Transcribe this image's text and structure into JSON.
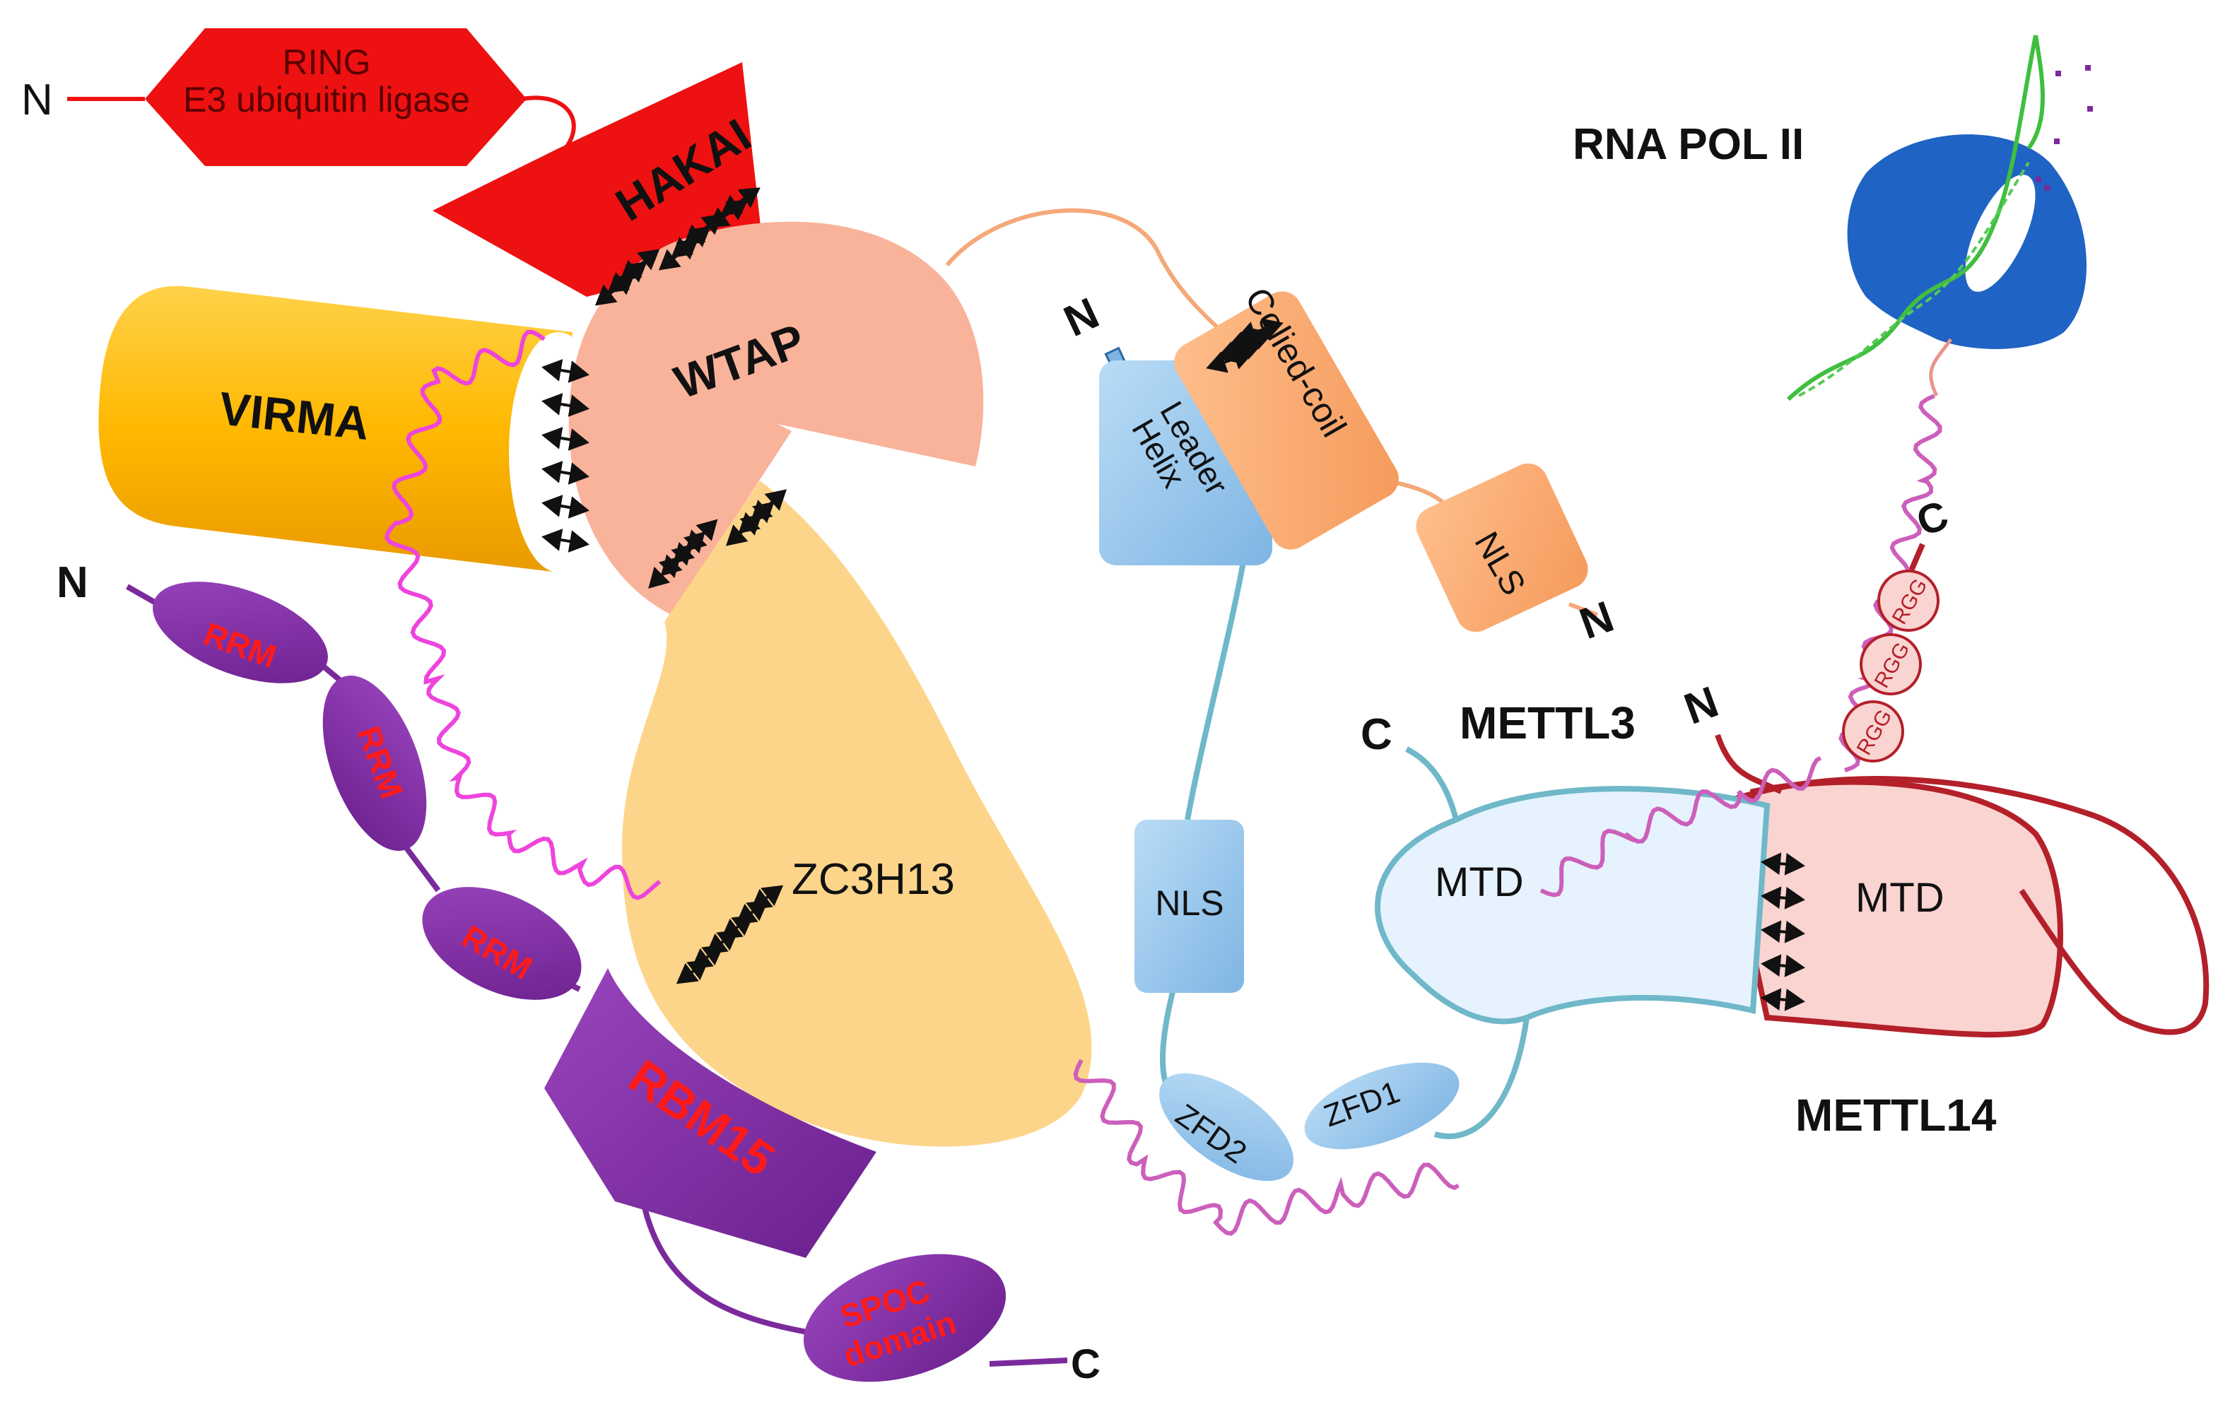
{
  "hakai": {
    "label": "HAKAI",
    "ring_line1": "RING",
    "ring_line2": "E3 ubiquitin ligase",
    "n_terminus": "N",
    "color": "#ee1111"
  },
  "wtap": {
    "label": "WTAP",
    "color": "#f9b39a"
  },
  "virma": {
    "label": "VIRMA",
    "color": "#ffbf00"
  },
  "zc3h13": {
    "label": "ZC3H13",
    "color": "#fdd58a"
  },
  "rbm15": {
    "label": "RBM15",
    "rrm_1": "RRM",
    "rrm_2": "RRM",
    "rrm_3": "RRM",
    "spoc_line1": "SPOC",
    "spoc_line2": "domain",
    "n_terminus": "N",
    "c_terminus": "C",
    "color": "#7b2a9c",
    "text_color": "#ff1a1a"
  },
  "mettl3": {
    "label": "METTL3",
    "coiled_coil": "Colied-coil",
    "leader_line1": "Leader",
    "leader_line2": "Helix",
    "nls_upper": "NLS",
    "nls_middle": "NLS",
    "zfd1": "ZFD1",
    "zfd2": "ZFD2",
    "mtd": "MTD",
    "n_terminus_leader": "N",
    "n_terminus_nls": "N",
    "c_terminus": "C",
    "color_light": "#e6f2fd",
    "color_blue": "#8ec3ea",
    "outline": "#6fb8c9"
  },
  "mettl14": {
    "label": "METTL14",
    "mtd": "MTD",
    "rgg_1": "RGG",
    "rgg_2": "RGG",
    "rgg_3": "RGG",
    "n_terminus": "N",
    "c_terminus": "C",
    "color": "#fad4d0",
    "outline": "#b3202a"
  },
  "rna_pol_ii": {
    "label": "RNA POL II",
    "color": "#1f63c4"
  },
  "colors": {
    "arrow": "#111111",
    "wavy_magenta": "#ee44dd",
    "wavy_purple": "#cc5fbb",
    "rna_green": "#3fbf3f"
  }
}
